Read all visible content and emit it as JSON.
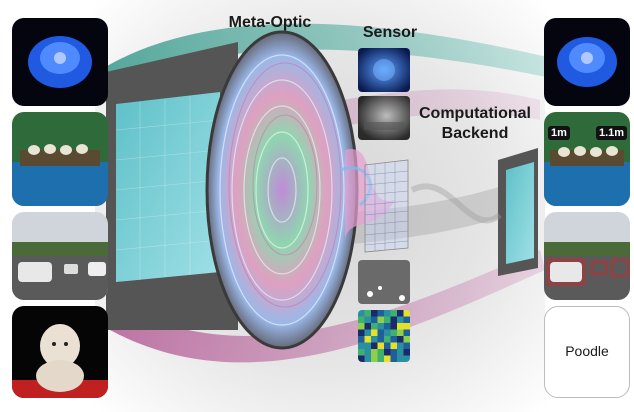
{
  "labels": {
    "meta_optic": "Meta-Optic",
    "sensor": "Sensor",
    "computational_backend": "Computational Backend"
  },
  "outputs": {
    "depth_near": "1m",
    "depth_far": "1.1m",
    "classification": "Poodle"
  },
  "colors": {
    "teal_beam": "#2a9a8a",
    "magenta_beam": "#b03a8a",
    "sensor_glow": "#2a6fd0"
  }
}
